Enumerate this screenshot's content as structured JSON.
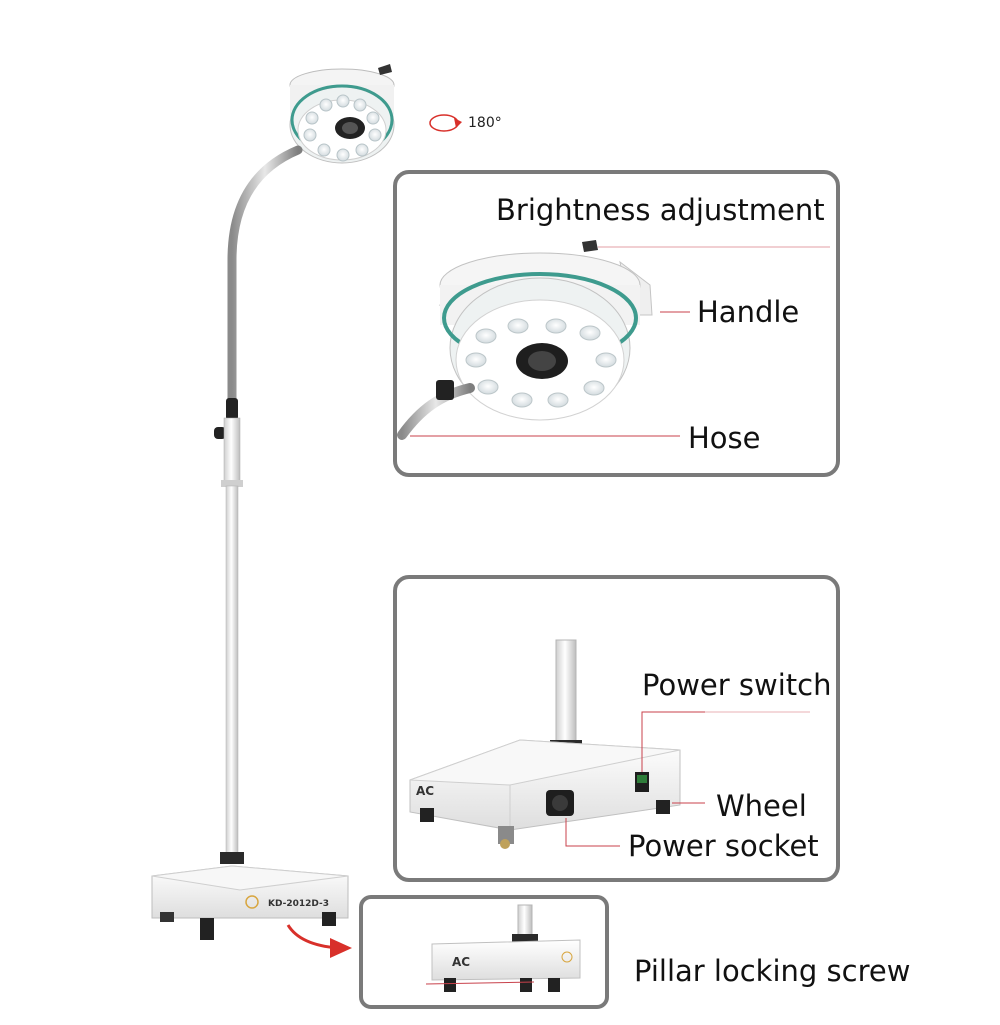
{
  "rotation": {
    "label": "180°"
  },
  "head_panel": {
    "labels": {
      "brightness": "Brightness adjustment",
      "handle": "Handle",
      "hose": "Hose"
    }
  },
  "base_panel": {
    "labels": {
      "power_switch": "Power switch",
      "wheel": "Wheel",
      "power_socket": "Power socket"
    },
    "base_print": "AC"
  },
  "pillar_panel": {
    "label": "Pillar locking screw",
    "base_print": "AC"
  },
  "product": {
    "model_text": "KD-2012D-3"
  },
  "colors": {
    "frame": "#7a7a7a",
    "teal_ring": "#3e9b8e",
    "leader": "#c8414b",
    "arrow": "#d8302a"
  }
}
